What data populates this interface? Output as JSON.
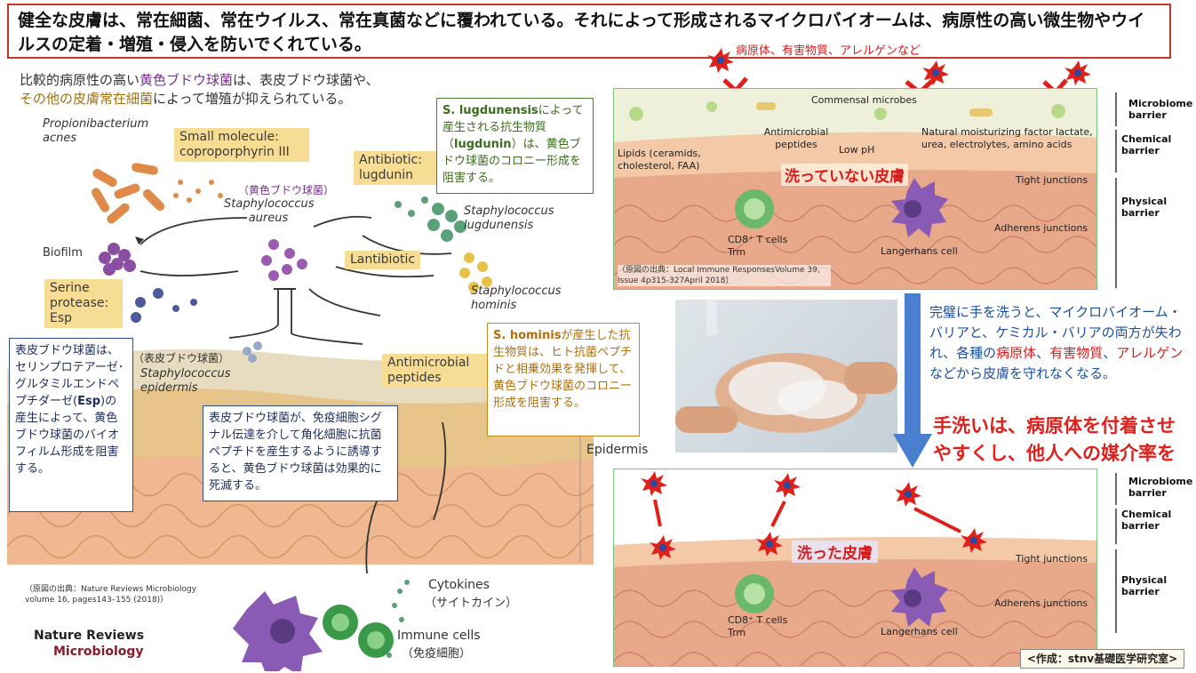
{
  "header": {
    "title": "健全な皮膚は、常在細菌、常在ウイルス、常在真菌などに覆われている。それによって形成されるマイクロバイオームは、病原性の高い微生物やウイルスの定着・増殖・侵入を防いでくれている。"
  },
  "left": {
    "intro_line1_a": "比較的病原性の高い",
    "intro_line1_b": "黄色ブドウ球菌",
    "intro_line1_c": "は、表皮ブドウ球菌や、",
    "intro_line2_a": "その他の皮膚常在細菌",
    "intro_line2_b": "によって増殖が抑えられている。",
    "diagram": {
      "propioni": "Propionibacterium acnes",
      "small_molecule": "Small molecule: coproporphyrin III",
      "aureus_jp": "（黄色ブドウ球菌）",
      "aureus": "Staphylococcus aureus",
      "antibiotic": "Antibiotic: lugdunin",
      "lugdunensis": "Staphylococcus lugdunensis",
      "biofilm": "Biofilm",
      "lantibiotic": "Lantibiotic",
      "serine": "Serine protease: Esp",
      "hominis": "Staphylococcus hominis",
      "epidermis_jp": "（表皮ブドウ球菌）",
      "epidermis": "Staphylococcus epidermis",
      "amp": "Antimicrobial peptides",
      "epidermis_label": "Epidermis",
      "cytokines": "Cytokines",
      "cytokines_jp": "（サイトカイン）",
      "immune": "Immune cells",
      "immune_jp": "（免疫細胞）",
      "source": "（原図の出典：Nature Reviews Microbiology volume 16, pages143–155 (2018)）",
      "journal_line1": "Nature Reviews",
      "journal_line2": "Microbiology"
    },
    "box_lugdunensis_a": "S. lugdunensis",
    "box_lugdunensis_b": "によって産生される抗生物質（",
    "box_lugdunensis_c": "lugdunin",
    "box_lugdunensis_d": "）は、黄色ブドウ球菌のコロニー形成を阻害する。",
    "box_esp_a": "表皮ブドウ球菌は、セリンプロテアーゼ･グルタミルエンドペプチダーゼ(",
    "box_esp_b": "Esp",
    "box_esp_c": ")の産生によって、黄色ブドウ球菌のバイオフィルム形成を阻害する。",
    "box_immune": "表皮ブドウ球菌が、免疫細胞シグナル伝達を介して角化細胞に抗菌ペプチドを産生するように誘導すると、黄色ブドウ球菌は効果的に死滅する。",
    "box_hominis_a": "S. hominis",
    "box_hominis_b": "が産生した抗生物質は、ヒト抗菌ペプチドと相乗効果を発揮して、黄色ブドウ球菌のコロニー形成を阻害する。"
  },
  "right": {
    "top_label": "病原体、有害物質、アレルゲンなど",
    "commensal": "Commensal microbes",
    "amp": "Antimicrobial peptides",
    "lowph": "Low pH",
    "nmf": "Natural moisturizing factor lactate, urea, electrolytes, amino acids",
    "lipids": "Lipids (ceramids, cholesterol, FAA)",
    "unwashed": "洗っていない皮膚",
    "tight": "Tight junctions",
    "adherens": "Adherens junctions",
    "cd8": "CD8⁺ T cells Trm",
    "langerhans": "Langerhans cell",
    "source": "（原図の出典：Local Immune ResponsesVolume 39, Issue 4p315-327April 2018）",
    "microbiome_barrier": "Microbiome barrier",
    "chemical_barrier": "Chemical barrier",
    "physical_barrier": "Physical barrier",
    "washed": "洗った皮膚",
    "explain_a": "完璧に手を洗うと、マイクロバイオーム・バリアと、ケミカル・バリアの両方が失われ、各種の",
    "explain_b": "病原体",
    "explain_c": "、",
    "explain_d": "有害物質",
    "explain_e": "、",
    "explain_f": "アレルゲン",
    "explain_g": "などから皮膚を守れなくなる。",
    "warning": "手洗いは、病原体を付着させやすくし、他人への媒介率を高める。",
    "credit": "<作成：stnv基礎医学研究室>"
  },
  "colors": {
    "title_border": "#c0392b",
    "purple": "#7a2e8f",
    "blue_text": "#1d4fa0",
    "red_text": "#e0201a",
    "arrow_blue": "#4a7fd0"
  }
}
